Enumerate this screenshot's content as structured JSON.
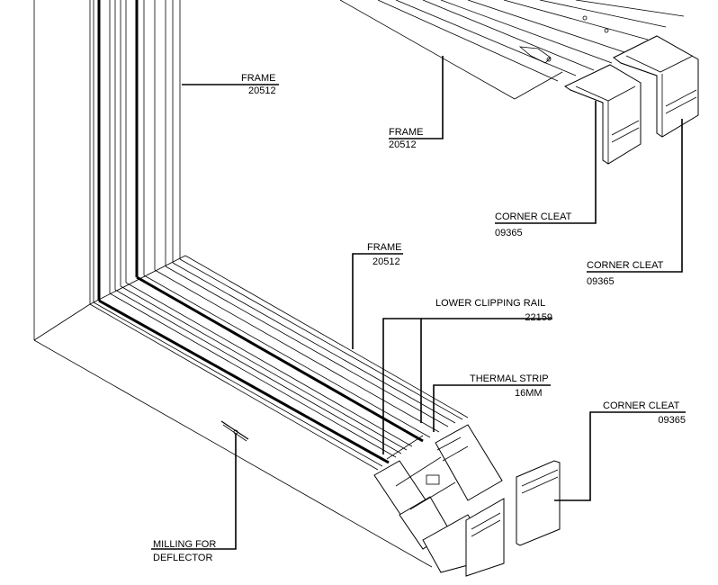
{
  "labels": {
    "frame_left": {
      "name": "FRAME",
      "code": "20512"
    },
    "frame_top": {
      "name": "FRAME",
      "code": "20512"
    },
    "frame_mid": {
      "name": "FRAME",
      "code": "20512"
    },
    "corner_cleat_1": {
      "name": "CORNER CLEAT",
      "code": "09365"
    },
    "corner_cleat_2": {
      "name": "CORNER CLEAT",
      "code": "09365"
    },
    "corner_cleat_3": {
      "name": "CORNER CLEAT",
      "code": "09365"
    },
    "lower_clipping_rail": {
      "name": "LOWER CLIPPING  RAIL",
      "code": "22159"
    },
    "thermal_strip": {
      "name": "THERMAL STRIP",
      "code": "16MM"
    },
    "milling": {
      "line1": "MILLING FOR",
      "line2": "DEFLECTOR"
    }
  }
}
